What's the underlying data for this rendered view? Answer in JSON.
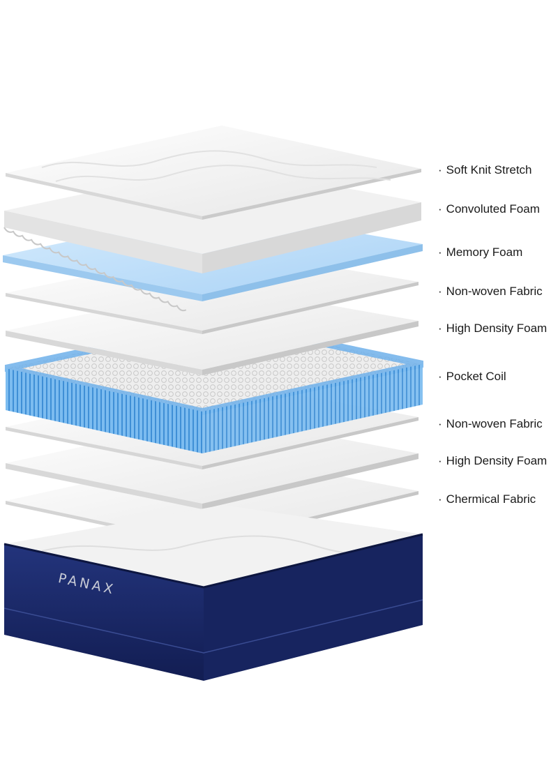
{
  "brand": "PANAX",
  "layers": [
    {
      "label": "Soft Knit Stretch"
    },
    {
      "label": "Convoluted Foam"
    },
    {
      "label": "Memory Foam"
    },
    {
      "label": "Non-woven Fabric"
    },
    {
      "label": "High Density Foam"
    },
    {
      "label": "Pocket Coil"
    },
    {
      "label": "Non-woven Fabric"
    },
    {
      "label": "High Density Foam"
    },
    {
      "label": "Chermical Fabric"
    }
  ],
  "bullet": "·",
  "colors": {
    "memory_foam": "#bfe0fb",
    "coil_blue": "#5aa8e6",
    "base_navy": "#1b2a6b",
    "sheet_white": "#f3f3f3"
  }
}
